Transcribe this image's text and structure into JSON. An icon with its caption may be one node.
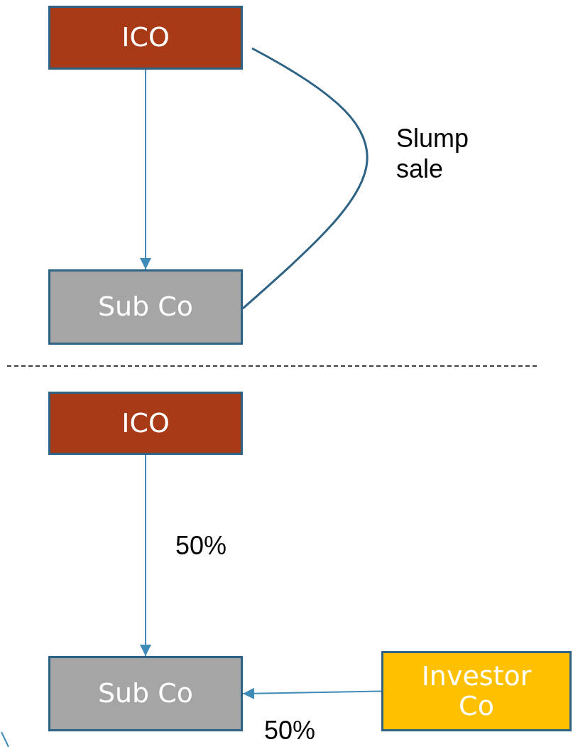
{
  "diagram": {
    "nodes": [
      {
        "text": [
          "ICO"
        ]
      },
      {
        "text": [
          "Sub Co"
        ]
      },
      {
        "text": [
          "ICO"
        ]
      },
      {
        "text": [
          "Sub Co"
        ]
      },
      {
        "text": [
          "Investor Co"
        ]
      }
    ],
    "edges": [
      {
        "from": 0,
        "to": 1,
        "arrow": "to"
      },
      {
        "from": 0,
        "to": 1,
        "arrow": "none",
        "label": "Slump sale",
        "color": "#2e6385"
      },
      {
        "from": 2,
        "to": 3,
        "arrow": "to",
        "label": "50%"
      },
      {
        "from": 4,
        "to": 3,
        "arrow": "to",
        "label": "50%"
      }
    ]
  }
}
